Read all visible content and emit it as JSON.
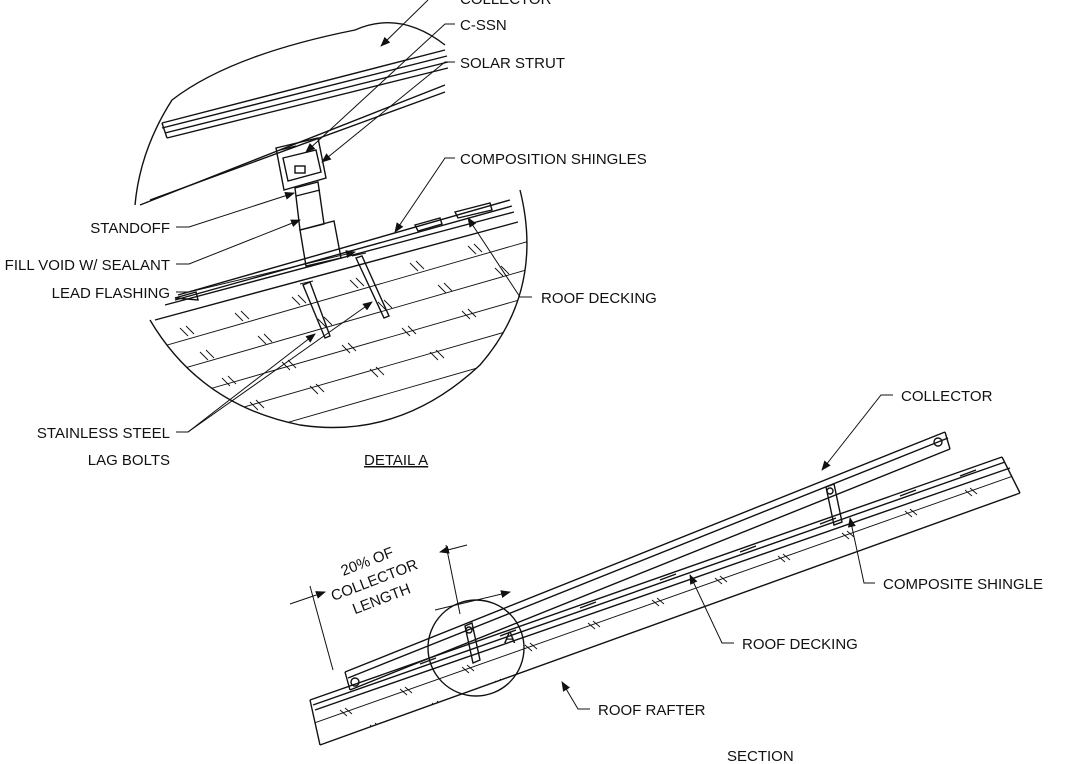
{
  "detail_a": {
    "title": "DETAIL A",
    "labels": {
      "collector": "COLLECTOR",
      "c_ssn": "C-SSN",
      "solar_strut": "SOLAR STRUT",
      "composition_shingles": "COMPOSITION SHINGLES",
      "standoff": "STANDOFF",
      "fill_void": "FILL VOID W/ SEALANT",
      "lead_flashing": "LEAD FLASHING",
      "roof_decking": "ROOF DECKING",
      "lag_bolts_line1": "STAINLESS STEEL",
      "lag_bolts_line2": "LAG BOLTS"
    }
  },
  "section": {
    "title": "SECTION",
    "labels": {
      "collector": "COLLECTOR",
      "composite_shingle": "COMPOSITE SHINGLE",
      "roof_decking": "ROOF DECKING",
      "roof_rafter": "ROOF RAFTER",
      "callout": "A",
      "dim_line1": "20% OF",
      "dim_line2": "COLLECTOR",
      "dim_line3": "LENGTH"
    }
  }
}
